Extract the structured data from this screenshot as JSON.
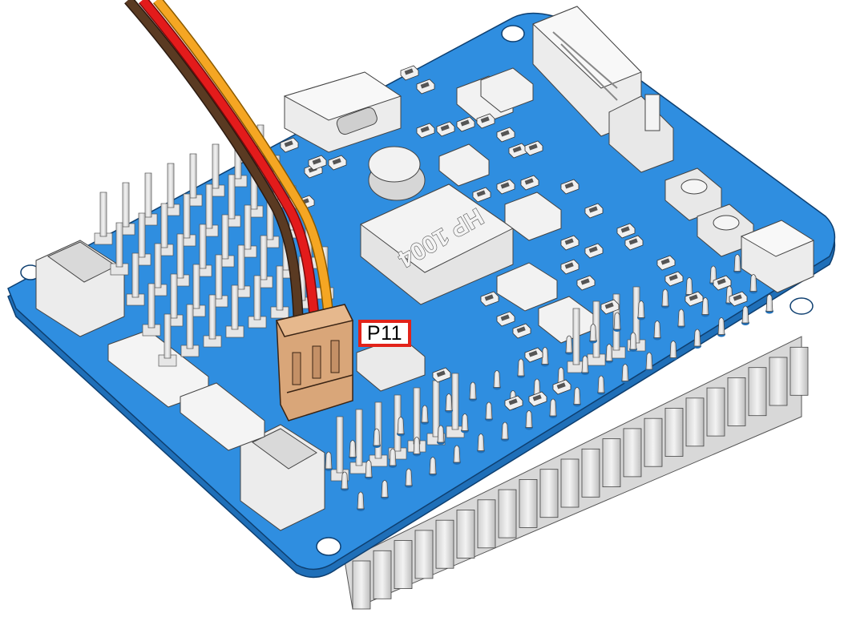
{
  "figure": {
    "connector_label": "P11",
    "inductor_marking": "HP 1004",
    "colors": {
      "board": "#2f8ee0",
      "board_edge": "#1f6fb8",
      "component": "#e8e8e8",
      "connector_housing": "#d9a679",
      "wire_brown": "#5a3a22",
      "wire_red": "#e31b1b",
      "wire_orange": "#f5a623",
      "label_border": "#e2231a"
    },
    "wires": [
      "brown",
      "red",
      "orange"
    ]
  }
}
